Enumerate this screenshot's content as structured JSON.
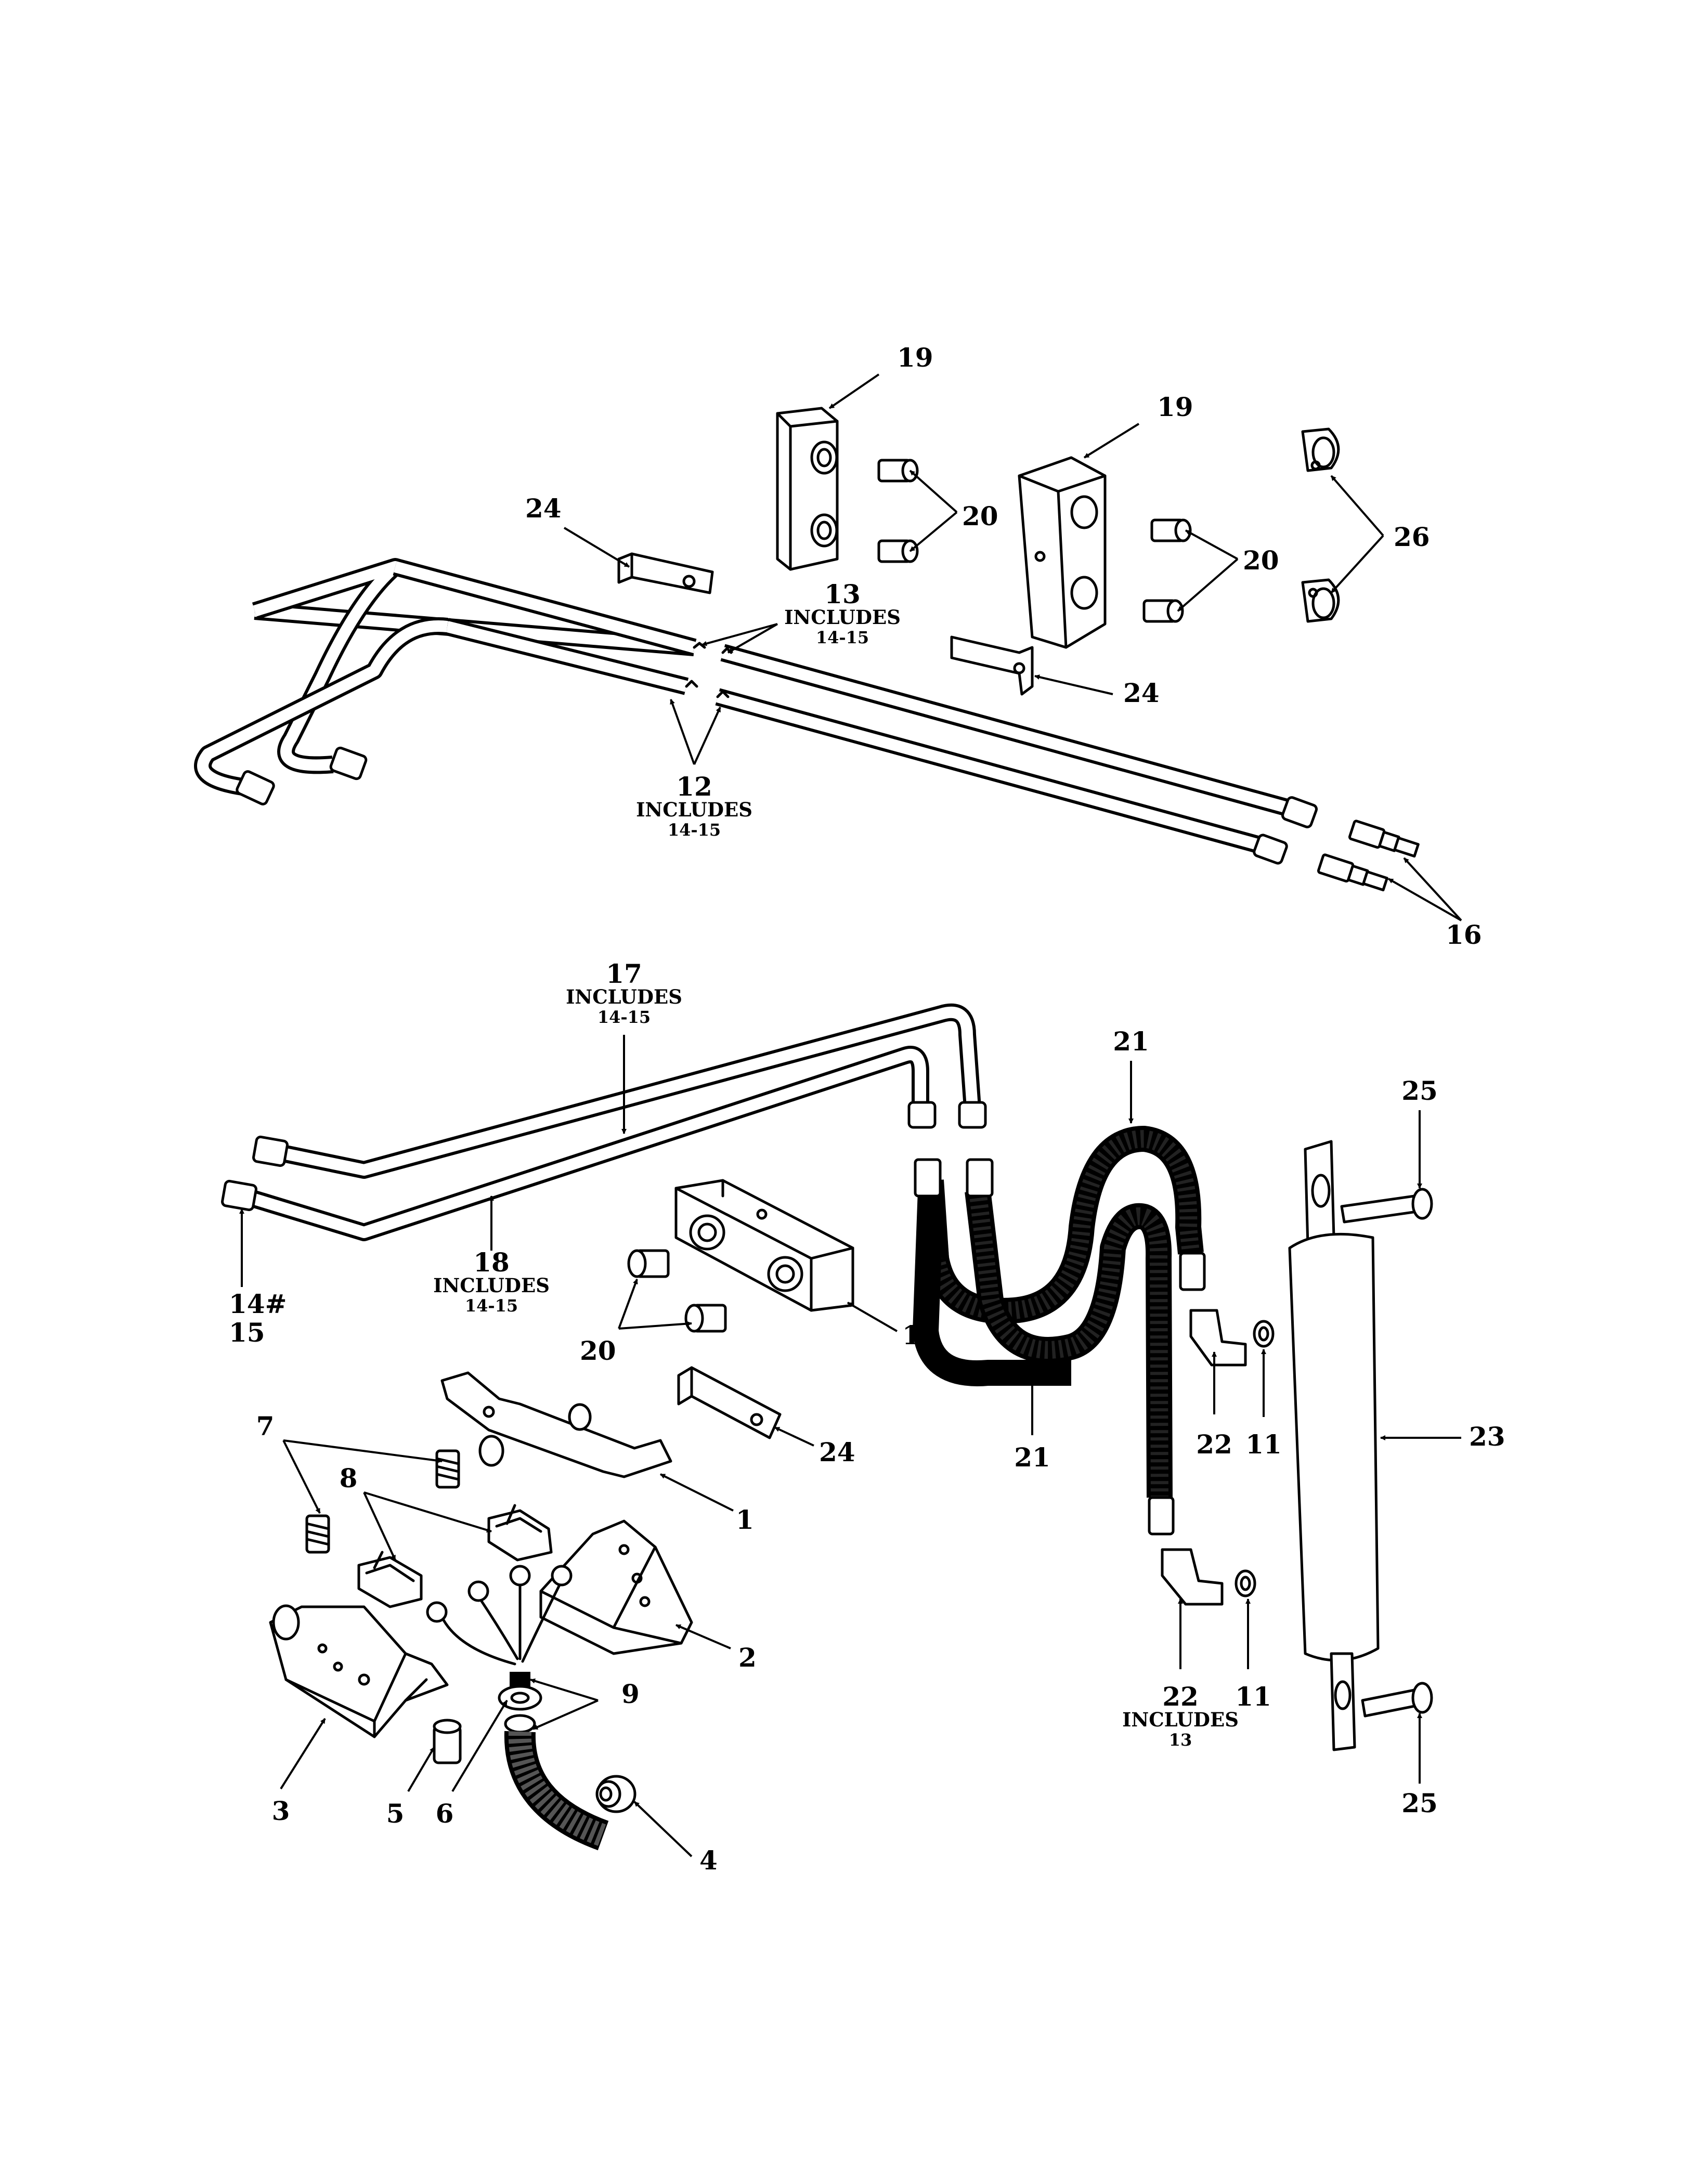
{
  "figure": {
    "kind": "exploded parts diagram",
    "line_color": "#000000",
    "background": "#ffffff"
  },
  "callouts": {
    "c1": "1",
    "c2": "2",
    "c3": "3",
    "c4": "4",
    "c5": "5",
    "c6": "6",
    "c7": "7",
    "c8": "8",
    "c9": "9",
    "c11a": "11",
    "c11b": "11",
    "c12": "12",
    "c12_includes": "INCLUDES",
    "c12_range": "14-15",
    "c13": "13",
    "c13_includes": "INCLUDES",
    "c13_range": "14-15",
    "c14": "14#",
    "c15": "15",
    "c16": "16",
    "c17": "17",
    "c17_includes": "INCLUDES",
    "c17_range": "14-15",
    "c18": "18",
    "c18_includes": "INCLUDES",
    "c18_range": "14-15",
    "c19a": "19",
    "c19b": "19",
    "c19c": "19",
    "c20a": "20",
    "c20b": "20",
    "c20c": "20",
    "c21a": "21",
    "c21b": "21",
    "c22a": "22",
    "c22b": "22",
    "c22b_includes": "INCLUDES",
    "c22b_range": "13",
    "c23": "23",
    "c24a": "24",
    "c24b": "24",
    "c24c": "24",
    "c25a": "25",
    "c25b": "25",
    "c26": "26"
  }
}
